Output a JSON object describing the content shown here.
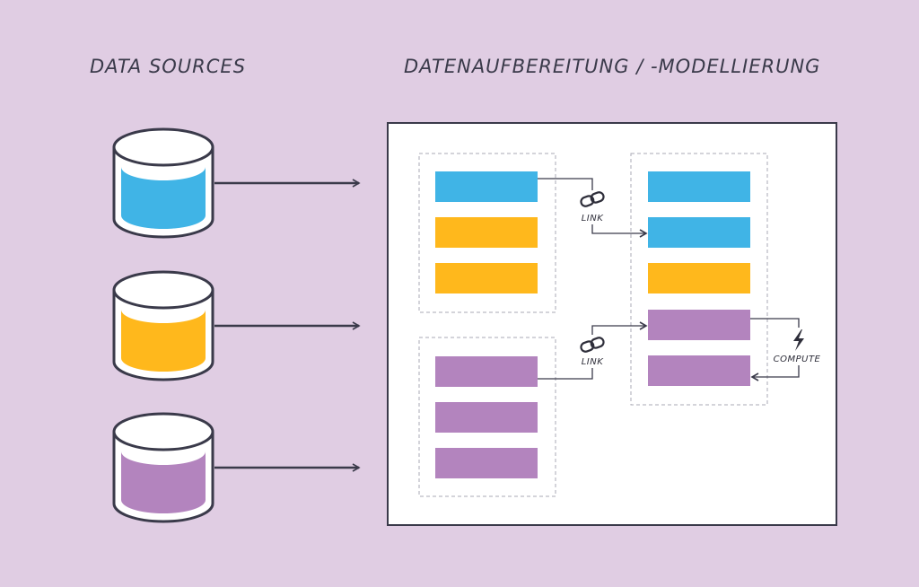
{
  "headings": {
    "sources": "DATA SOURCES",
    "modeling": "DATENAUFBEREITUNG / -MODELLIERUNG"
  },
  "connectors": {
    "link_top": "LINK",
    "link_bottom": "LINK",
    "compute": "COMPUTE"
  },
  "colors": {
    "background": "#e0cde3",
    "blue": "#40b4e6",
    "yellow": "#ffb81c",
    "purple": "#b384be",
    "stroke": "#3a3a4a"
  },
  "icons": [
    "database-icon",
    "chain-link-icon",
    "lightning-bolt-icon",
    "arrow-icon"
  ]
}
